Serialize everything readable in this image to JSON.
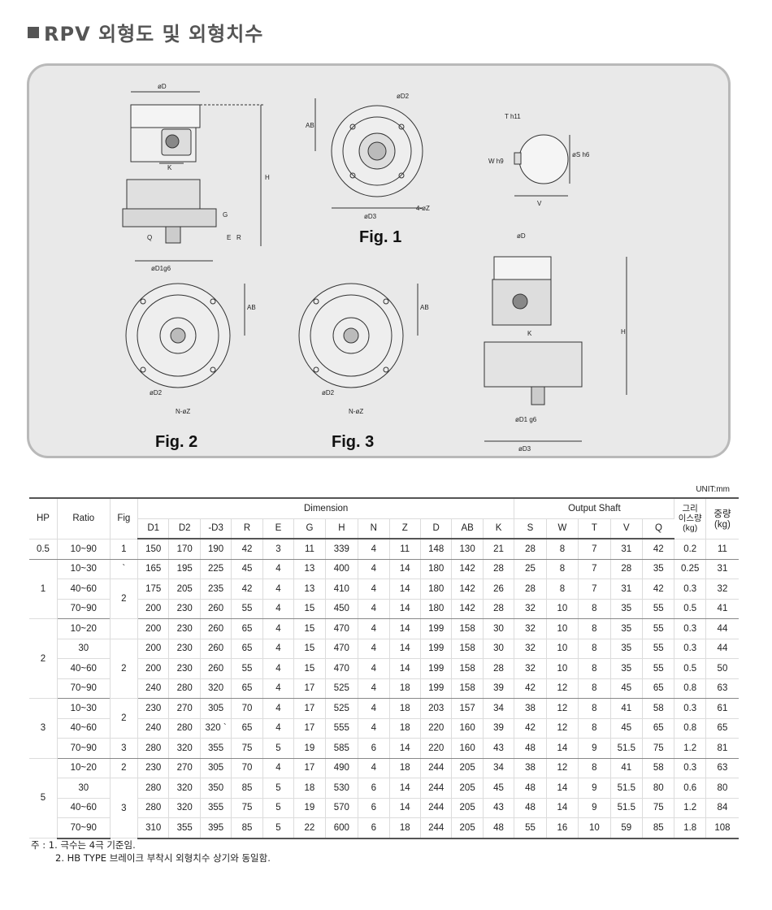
{
  "title": "RPV 외형도 및 외형치수",
  "figures": {
    "fig1": "Fig. 1",
    "fig2": "Fig. 2",
    "fig3": "Fig. 3",
    "dim_labels": {
      "phiD": "øD",
      "K": "K",
      "H": "H",
      "G": "G",
      "Q": "Q",
      "E": "E",
      "R": "R",
      "phiD1g6": "øD1g6",
      "phiD1_g6": "øD1 g6",
      "AB": "AB",
      "phiD2": "øD2",
      "phiD3": "øD3",
      "fourZ": "4-øZ",
      "NZ": "N-øZ",
      "Th11": "T h11",
      "Wh9": "W h9",
      "Sh6": "øS h6",
      "V": "V"
    }
  },
  "unit": "UNIT:mm",
  "table": {
    "header": {
      "hp": "HP",
      "ratio": "Ratio",
      "fig": "Fig",
      "dimension": "Dimension",
      "output_shaft": "Output Shaft",
      "grease": "그리\n이스량\n(kg)",
      "weight": "중량\n(kg)",
      "dim_cols": [
        "D1",
        "D2",
        "-D3",
        "R",
        "E",
        "G",
        "H",
        "N",
        "Z",
        "D",
        "AB",
        "K"
      ],
      "shaft_cols": [
        "S",
        "W",
        "T",
        "V",
        "Q"
      ]
    },
    "groups": [
      {
        "hp": "0.5",
        "rows": [
          {
            "ratio": "10~90",
            "fig": "1",
            "dims": [
              "150",
              "170",
              "190",
              "42",
              "3",
              "11",
              "339",
              "4",
              "11",
              "148",
              "130",
              "21"
            ],
            "shaft": [
              "28",
              "8",
              "7",
              "31",
              "42"
            ],
            "grease": "0.2",
            "weight": "11"
          }
        ]
      },
      {
        "hp": "1",
        "rows": [
          {
            "ratio": "10~30",
            "fig": "`",
            "dims": [
              "165",
              "195",
              "225",
              "45",
              "4",
              "13",
              "400",
              "4",
              "14",
              "180",
              "142",
              "28"
            ],
            "shaft": [
              "25",
              "8",
              "7",
              "28",
              "35"
            ],
            "grease": "0.25",
            "weight": "31"
          },
          {
            "ratio": "40~60",
            "fig": "2",
            "dims": [
              "175",
              "205",
              "235",
              "42",
              "4",
              "13",
              "410",
              "4",
              "14",
              "180",
              "142",
              "26"
            ],
            "shaft": [
              "28",
              "8",
              "7",
              "31",
              "42"
            ],
            "grease": "0.3",
            "weight": "32"
          },
          {
            "ratio": "70~90",
            "fig": "",
            "dims": [
              "200",
              "230",
              "260",
              "55",
              "4",
              "15",
              "450",
              "4",
              "14",
              "180",
              "142",
              "28"
            ],
            "shaft": [
              "32",
              "10",
              "8",
              "35",
              "55"
            ],
            "grease": "0.5",
            "weight": "41"
          }
        ]
      },
      {
        "hp": "2",
        "rows": [
          {
            "ratio": "10~20",
            "fig": "",
            "dims": [
              "200",
              "230",
              "260",
              "65",
              "4",
              "15",
              "470",
              "4",
              "14",
              "199",
              "158",
              "30"
            ],
            "shaft": [
              "32",
              "10",
              "8",
              "35",
              "55"
            ],
            "grease": "0.3",
            "weight": "44"
          },
          {
            "ratio": "30",
            "fig": "2",
            "dims": [
              "200",
              "230",
              "260",
              "65",
              "4",
              "15",
              "470",
              "4",
              "14",
              "199",
              "158",
              "30"
            ],
            "shaft": [
              "32",
              "10",
              "8",
              "35",
              "55"
            ],
            "grease": "0.3",
            "weight": "44"
          },
          {
            "ratio": "40~60",
            "fig": "",
            "dims": [
              "200",
              "230",
              "260",
              "55",
              "4",
              "15",
              "470",
              "4",
              "14",
              "199",
              "158",
              "28"
            ],
            "shaft": [
              "32",
              "10",
              "8",
              "35",
              "55"
            ],
            "grease": "0.5",
            "weight": "50"
          },
          {
            "ratio": "70~90",
            "fig": "",
            "dims": [
              "240",
              "280",
              "320",
              "65",
              "4",
              "17",
              "525",
              "4",
              "18",
              "199",
              "158",
              "39"
            ],
            "shaft": [
              "42",
              "12",
              "8",
              "45",
              "65"
            ],
            "grease": "0.8",
            "weight": "63"
          }
        ]
      },
      {
        "hp": "3",
        "rows": [
          {
            "ratio": "10~30",
            "fig": "2",
            "dims": [
              "230",
              "270",
              "305",
              "70",
              "4",
              "17",
              "525",
              "4",
              "18",
              "203",
              "157",
              "34"
            ],
            "shaft": [
              "38",
              "12",
              "8",
              "41",
              "58"
            ],
            "grease": "0.3",
            "weight": "61"
          },
          {
            "ratio": "40~60",
            "fig": "",
            "dims": [
              "240",
              "280",
              "320 `",
              "65",
              "4",
              "17",
              "555",
              "4",
              "18",
              "220",
              "160",
              "39"
            ],
            "shaft": [
              "42",
              "12",
              "8",
              "45",
              "65"
            ],
            "grease": "0.8",
            "weight": "65"
          },
          {
            "ratio": "70~90",
            "fig": "3",
            "dims": [
              "280",
              "320",
              "355",
              "75",
              "5",
              "19",
              "585",
              "6",
              "14",
              "220",
              "160",
              "43"
            ],
            "shaft": [
              "48",
              "14",
              "9",
              "51.5",
              "75"
            ],
            "grease": "1.2",
            "weight": "81"
          }
        ]
      },
      {
        "hp": "5",
        "rows": [
          {
            "ratio": "10~20",
            "fig": "2",
            "dims": [
              "230",
              "270",
              "305",
              "70",
              "4",
              "17",
              "490",
              "4",
              "18",
              "244",
              "205",
              "34"
            ],
            "shaft": [
              "38",
              "12",
              "8",
              "41",
              "58"
            ],
            "grease": "0.3",
            "weight": "63"
          },
          {
            "ratio": "30",
            "fig": "3",
            "dims": [
              "280",
              "320",
              "350",
              "85",
              "5",
              "18",
              "530",
              "6",
              "14",
              "244",
              "205",
              "45"
            ],
            "shaft": [
              "48",
              "14",
              "9",
              "51.5",
              "80"
            ],
            "grease": "0.6",
            "weight": "80"
          },
          {
            "ratio": "40~60",
            "fig": "",
            "dims": [
              "280",
              "320",
              "355",
              "75",
              "5",
              "19",
              "570",
              "6",
              "14",
              "244",
              "205",
              "43"
            ],
            "shaft": [
              "48",
              "14",
              "9",
              "51.5",
              "75"
            ],
            "grease": "1.2",
            "weight": "84"
          },
          {
            "ratio": "70~90",
            "fig": "",
            "dims": [
              "310",
              "355",
              "395",
              "85",
              "5",
              "22",
              "600",
              "6",
              "18",
              "244",
              "205",
              "48"
            ],
            "shaft": [
              "55",
              "16",
              "10",
              "59",
              "85"
            ],
            "grease": "1.8",
            "weight": "108"
          }
        ]
      }
    ]
  },
  "notes": {
    "line1": "주 :  1.  극수는 4극 기준임.",
    "line2": "2.  HB TYPE 브레이크 부착시 외형치수 상기와 동일함."
  }
}
